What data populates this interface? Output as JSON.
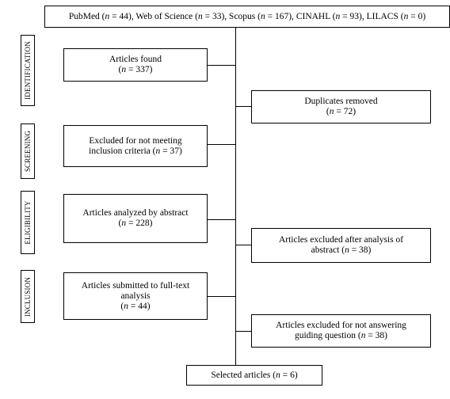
{
  "sources": {
    "pubmed": "PubMed (",
    "pubmed_n": "n",
    "pubmed_val": " = 44), ",
    "wos": "Web of Science (",
    "wos_n": "n",
    "wos_val": " = 33), ",
    "scopus": "Scopus (",
    "scopus_n": "n",
    "scopus_val": " = 167), ",
    "cinahl": "CINAHL (",
    "cinahl_n": "n",
    "cinahl_val": " = 93), ",
    "lilacs": "LILACS (",
    "lilacs_n": "n",
    "lilacs_val": " = 0)"
  },
  "stages": {
    "identification": "IDENTIFICATION",
    "screening": "SCREENING",
    "eligibility": "ELIGIBILITY",
    "inclusion": "INCLUSION"
  },
  "boxes": {
    "found": {
      "line1": "Articles found",
      "n": "n",
      "val": " = 337)"
    },
    "duplicates": {
      "line1": "Duplicates removed",
      "n": "n",
      "val": " = 72)"
    },
    "excluded_criteria": {
      "line1": "Excluded for not meeting",
      "line2": "inclusion criteria (",
      "n": "n",
      "val": " = 37)"
    },
    "analyzed_abstract": {
      "line1": "Articles analyzed by abstract",
      "n": "n",
      "val": " = 228)"
    },
    "excluded_abstract": {
      "line1": "Articles excluded after analysis of",
      "line2": "abstract (",
      "n": "n",
      "val": " = 38)"
    },
    "fulltext": {
      "line1": "Articles submitted to full-text",
      "line2": "analysis",
      "n": "n",
      "val": " = 44)"
    },
    "excluded_question": {
      "line1": "Articles excluded for not answering",
      "line2": "guiding question (",
      "n": "n",
      "val": " = 38)"
    },
    "selected": {
      "line1": "Selected articles (",
      "n": "n",
      "val": " = 6)"
    }
  },
  "open_paren": "("
}
